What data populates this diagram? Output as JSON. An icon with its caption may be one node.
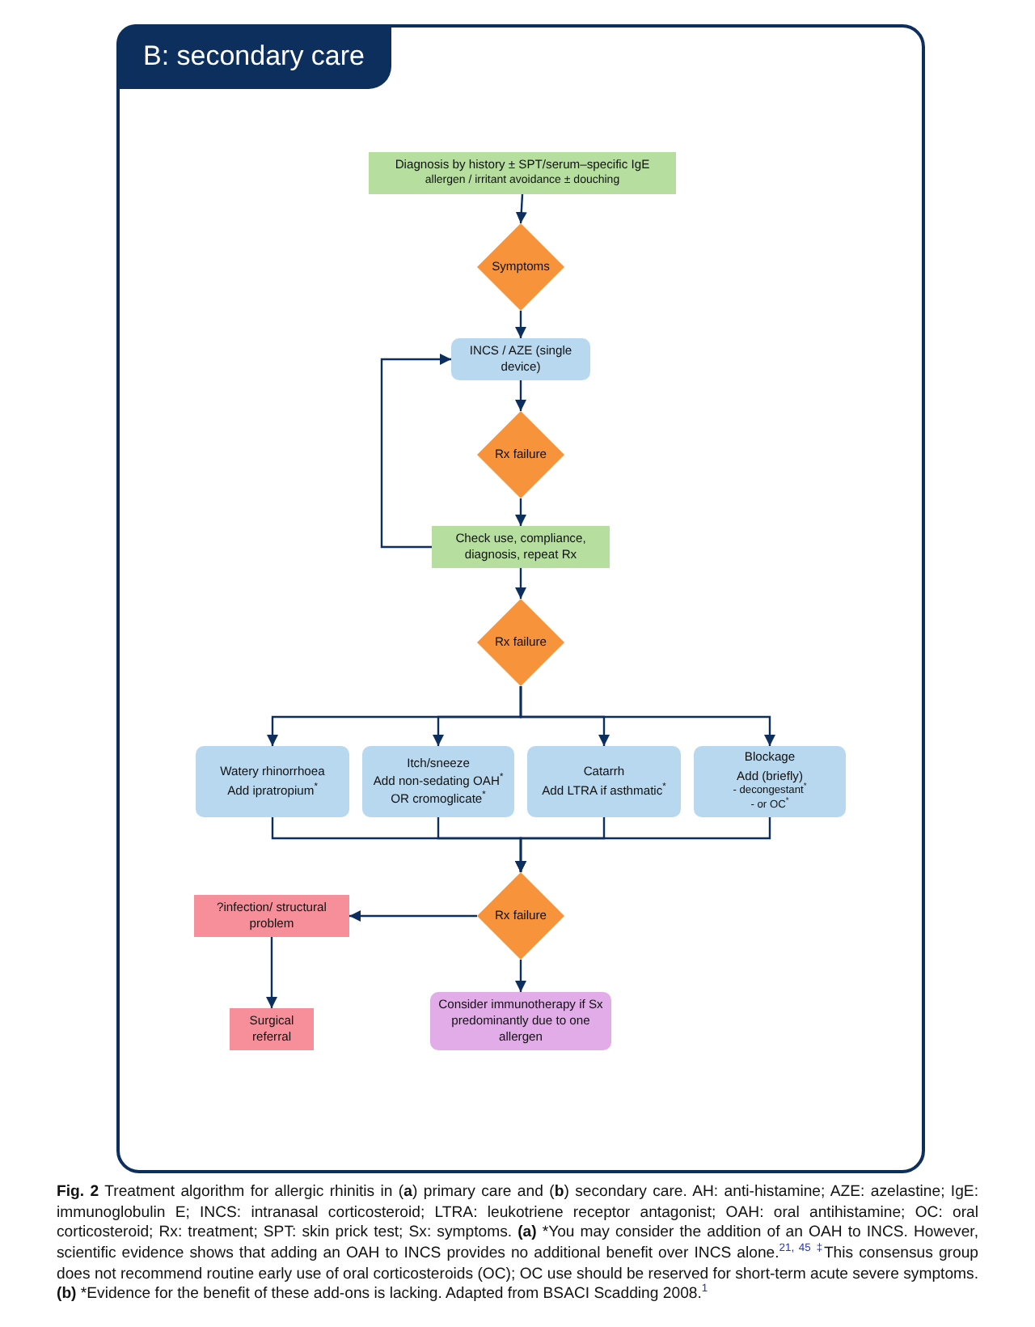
{
  "diagram": {
    "title": "B: secondary care",
    "caption": "**Fig. 2** Treatment algorithm for allergic rhinitis in (**a**) primary care and (**b**) secondary care. AH: anti-histamine; AZE: azelastine; IgE: immunoglobulin E; INCS: intranasal corticosteroid; LTRA: leukotriene receptor antagonist; OAH: oral antihistamine; OC: oral corticosteroid; Rx: treatment; SPT: skin prick test; Sx: symptoms. **(a)** *You may consider the addition of an OAH to INCS. However, scientific evidence shows that adding an OAH to INCS provides no additional benefit over INCS alone.$^{21, 45}$ $^{‡}$This consensus group does not recommend routine early use of oral corticosteroids (OC); OC use should be reserved for short-term acute severe symptoms. **(b)** *Evidence for the benefit of these add-ons is lacking. Adapted from BSACI Scadding 2008.$^{1}$",
    "nodes": [
      {
        "text": [
          "Diagnosis by history ± SPT/serum–specific IgE",
          "allergen / irritant avoidance ± douching"
        ]
      },
      {
        "text": [
          "Symptoms"
        ]
      },
      {
        "text": [
          "INCS / AZE (single device)"
        ]
      },
      {
        "text": [
          "Rx failure"
        ]
      },
      {
        "text": [
          "Check use, compliance, diagnosis, repeat Rx"
        ]
      },
      {
        "text": [
          "Rx failure"
        ]
      },
      {
        "text": [
          "Watery rhinorrhoea",
          "Add ipratropium$^{*}$"
        ]
      },
      {
        "text": [
          "Itch/sneeze",
          "Add non-sedating OAH$^{*}$ OR cromoglicate$^{*}$"
        ]
      },
      {
        "text": [
          "Catarrh",
          "Add LTRA if asthmatic$^{*}$"
        ]
      },
      {
        "text": [
          "Blockage",
          "Add (briefly)",
          "- decongestant$^{*}$",
          "- or OC$^{*}$"
        ]
      },
      {
        "text": [
          "Rx failure"
        ]
      },
      {
        "text": [
          "?infection/ structural problem"
        ]
      },
      {
        "text": [
          "Surgical referral"
        ]
      },
      {
        "text": [
          "Consider immunotherapy if Sx predominantly due to one allergen"
        ]
      }
    ],
    "edges": [
      {
        "from": 0,
        "to": 1,
        "arrow": "to"
      },
      {
        "from": 1,
        "to": 2,
        "arrow": "to"
      },
      {
        "from": 2,
        "to": 3,
        "arrow": "to"
      },
      {
        "from": 3,
        "to": 4,
        "arrow": "to"
      },
      {
        "from": 4,
        "to": 2,
        "arrow": "to"
      },
      {
        "from": 4,
        "to": 5,
        "arrow": "to"
      },
      {
        "from": 5,
        "to": 6,
        "arrow": "to"
      },
      {
        "from": 5,
        "to": 7,
        "arrow": "to"
      },
      {
        "from": 5,
        "to": 8,
        "arrow": "to"
      },
      {
        "from": 5,
        "to": 9,
        "arrow": "to"
      },
      {
        "from": 6,
        "to": 10,
        "arrow": "to"
      },
      {
        "from": 7,
        "to": 10,
        "arrow": "to"
      },
      {
        "from": 8,
        "to": 10,
        "arrow": "to"
      },
      {
        "from": 9,
        "to": 10,
        "arrow": "to"
      },
      {
        "from": 10,
        "to": 11,
        "arrow": "to"
      },
      {
        "from": 11,
        "to": 12,
        "arrow": "to"
      },
      {
        "from": 10,
        "to": 13,
        "arrow": "to"
      }
    ]
  }
}
